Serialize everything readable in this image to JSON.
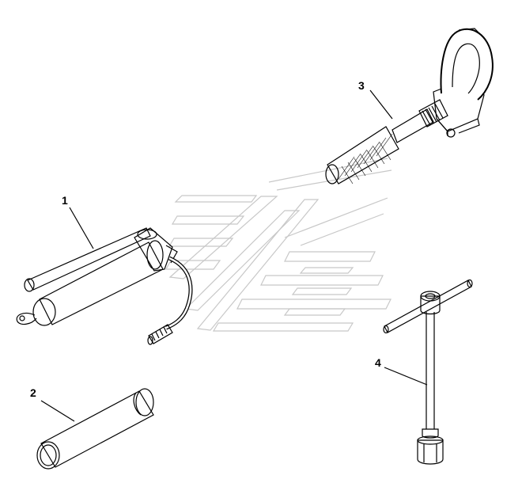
{
  "callouts": {
    "one": "1",
    "two": "2",
    "three": "3",
    "four": "4"
  },
  "colors": {
    "line": "#000000",
    "watermark": "#c8c8c8",
    "background": "#ffffff"
  }
}
